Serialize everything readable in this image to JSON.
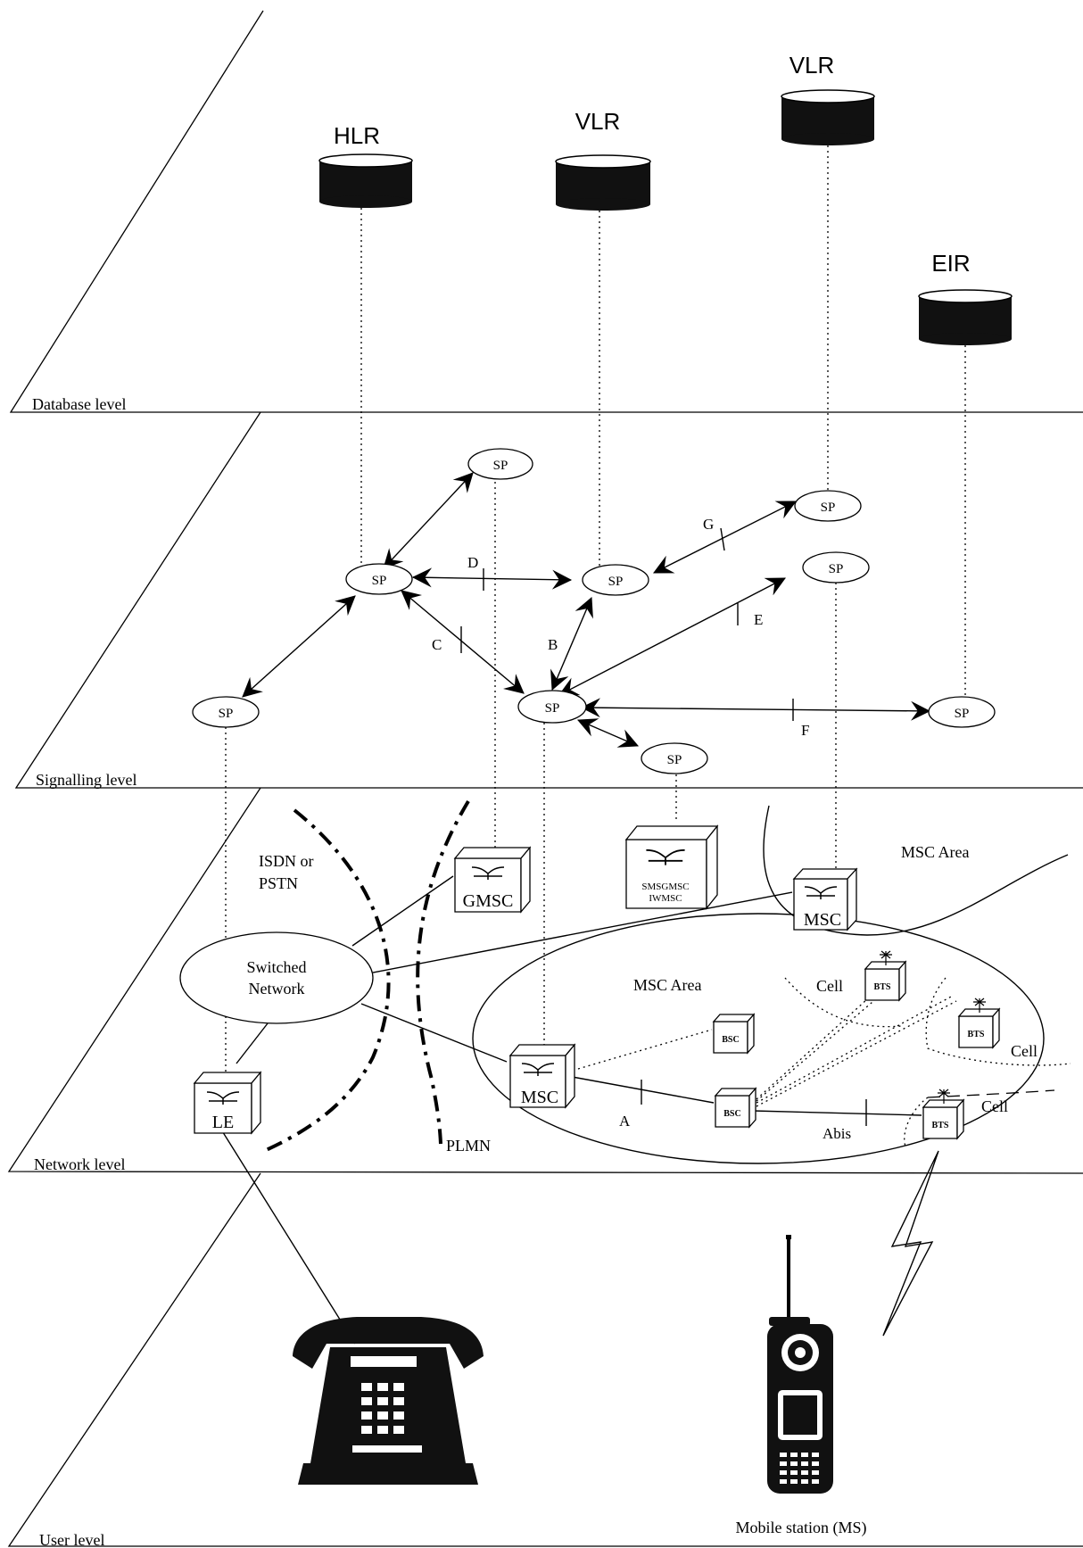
{
  "levels": {
    "database": "Database level",
    "signalling": "Signalling level",
    "network": "Network level",
    "user": "User level"
  },
  "databases": {
    "hlr": "HLR",
    "vlr1": "VLR",
    "vlr2": "VLR",
    "eir": "EIR"
  },
  "signalling_points": {
    "sp_label": "SP"
  },
  "interfaces": {
    "b": "B",
    "c": "C",
    "d": "D",
    "e": "E",
    "f": "F",
    "g": "G",
    "a": "A",
    "abis": "Abis"
  },
  "network": {
    "isdn": "ISDN or",
    "pstn": "PSTN",
    "switched1": "Switched",
    "switched2": "Network",
    "gmsc": "GMSC",
    "smsgmsc": "SMSGMSC",
    "iwmsc": "IWMSC",
    "msc": "MSC",
    "msc_area": "MSC Area",
    "bsc": "BSC",
    "bts": "BTS",
    "cell": "Cell",
    "le": "LE",
    "plmn": "PLMN"
  },
  "user": {
    "mobile_station": "Mobile station  (MS)"
  }
}
